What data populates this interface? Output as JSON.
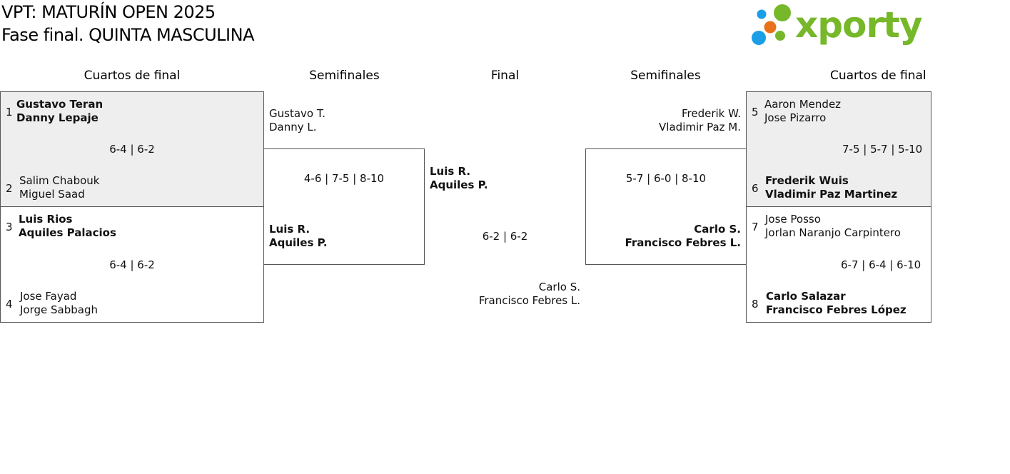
{
  "header": {
    "title_line1": "VPT: MATURÍN OPEN 2025",
    "title_line2": "Fase final. QUINTA MASCULINA",
    "logo_text": "xporty"
  },
  "colors": {
    "logo_green": "#76b82a",
    "logo_blue": "#1a9ee6",
    "logo_orange": "#e8711c",
    "box_shade": "#eeeeee"
  },
  "rounds": {
    "left_qf": "Cuartos de final",
    "left_sf": "Semifinales",
    "final": "Final",
    "right_sf": "Semifinales",
    "right_qf": "Cuartos de final"
  },
  "left_qf": [
    {
      "top_seed": "1",
      "top_p1": "Gustavo Teran",
      "top_p2": "Danny Lepaje",
      "bottom_seed": "2",
      "bottom_p1": "Salim Chabouk",
      "bottom_p2": "Miguel Saad",
      "score": "6-4 | 6-2"
    },
    {
      "top_seed": "3",
      "top_p1": "Luis Rios",
      "top_p2": "Aquiles Palacios",
      "bottom_seed": "4",
      "bottom_p1": "Jose Fayad",
      "bottom_p2": "Jorge Sabbagh",
      "score": "6-4 | 6-2"
    }
  ],
  "left_sf": {
    "top_p1": "Gustavo T.",
    "top_p2": "Danny L.",
    "bottom_p1": "Luis R.",
    "bottom_p2": "Aquiles P.",
    "score": "4-6 | 7-5 | 8-10"
  },
  "final": {
    "top_p1": "Luis R.",
    "top_p2": "Aquiles P.",
    "score": "6-2 | 6-2",
    "bottom_p1": "Carlo S.",
    "bottom_p2": "Francisco Febres L."
  },
  "right_sf": {
    "top_p1": "Frederik W.",
    "top_p2": "Vladimir Paz M.",
    "bottom_p1": "Carlo S.",
    "bottom_p2": "Francisco Febres L.",
    "score": "5-7 | 6-0 | 8-10"
  },
  "right_qf": [
    {
      "top_seed": "5",
      "top_p1": "Aaron Mendez",
      "top_p2": "Jose Pizarro",
      "bottom_seed": "6",
      "bottom_p1": "Frederik Wuis",
      "bottom_p2": "Vladimir Paz Martinez",
      "score": "7-5 | 5-7 | 5-10"
    },
    {
      "top_seed": "7",
      "top_p1": "Jose Posso",
      "top_p2": "Jorlan Naranjo Carpintero",
      "bottom_seed": "8",
      "bottom_p1": "Carlo Salazar",
      "bottom_p2": "Francisco Febres López",
      "score": "6-7 | 6-4 | 6-10"
    }
  ]
}
